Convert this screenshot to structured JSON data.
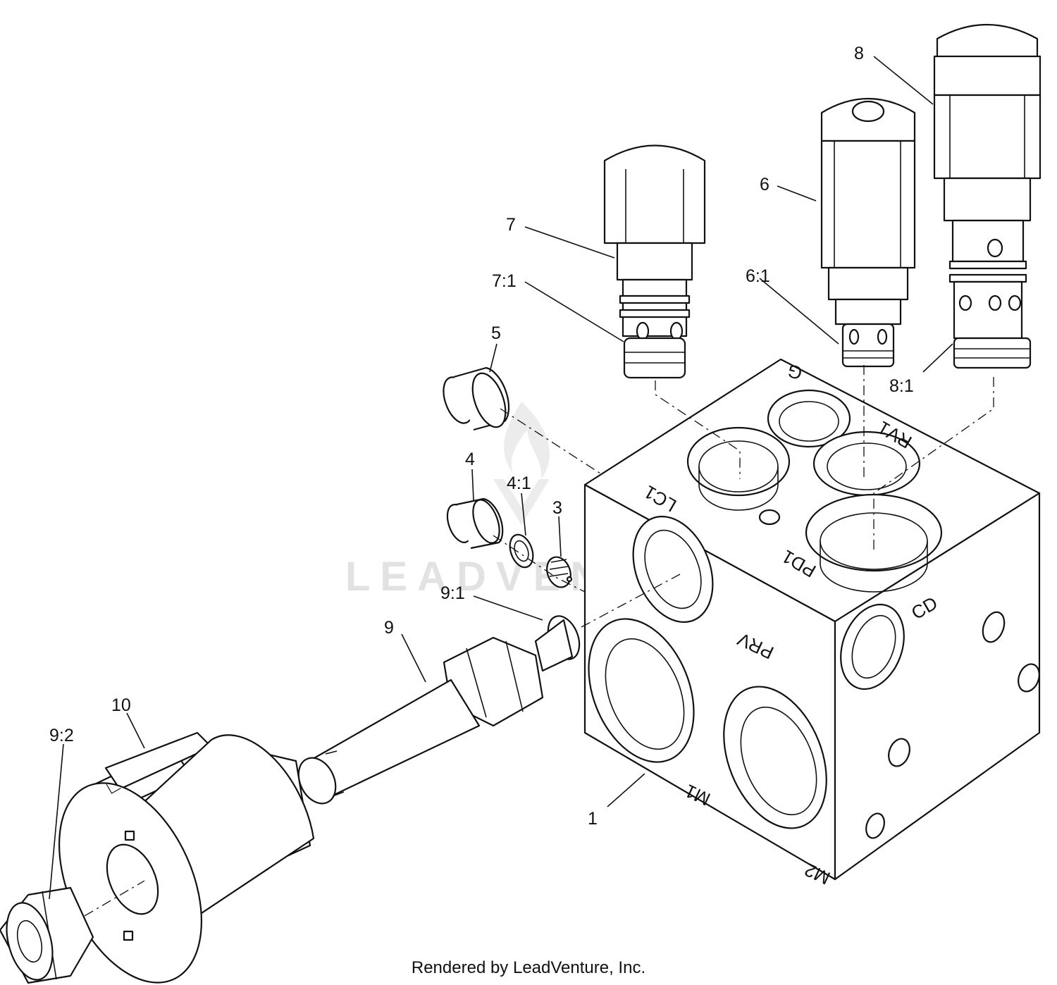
{
  "callouts": {
    "c1": "1",
    "c3": "3",
    "c4": "4",
    "c4_1": "4:1",
    "c5": "5",
    "c6": "6",
    "c6_1": "6:1",
    "c7": "7",
    "c7_1": "7:1",
    "c8": "8",
    "c8_1": "8:1",
    "c9": "9",
    "c9_1": "9:1",
    "c9_2": "9:2",
    "c10": "10"
  },
  "ports": {
    "g": "G",
    "rv1": "RV1",
    "lc1": "LC1",
    "pd1": "PD1",
    "prv": "PRV",
    "cd": "CD",
    "m1": "M1",
    "m2": "M2"
  },
  "watermark": "LEADVENTURE",
  "footer": "Rendered by LeadVenture, Inc."
}
